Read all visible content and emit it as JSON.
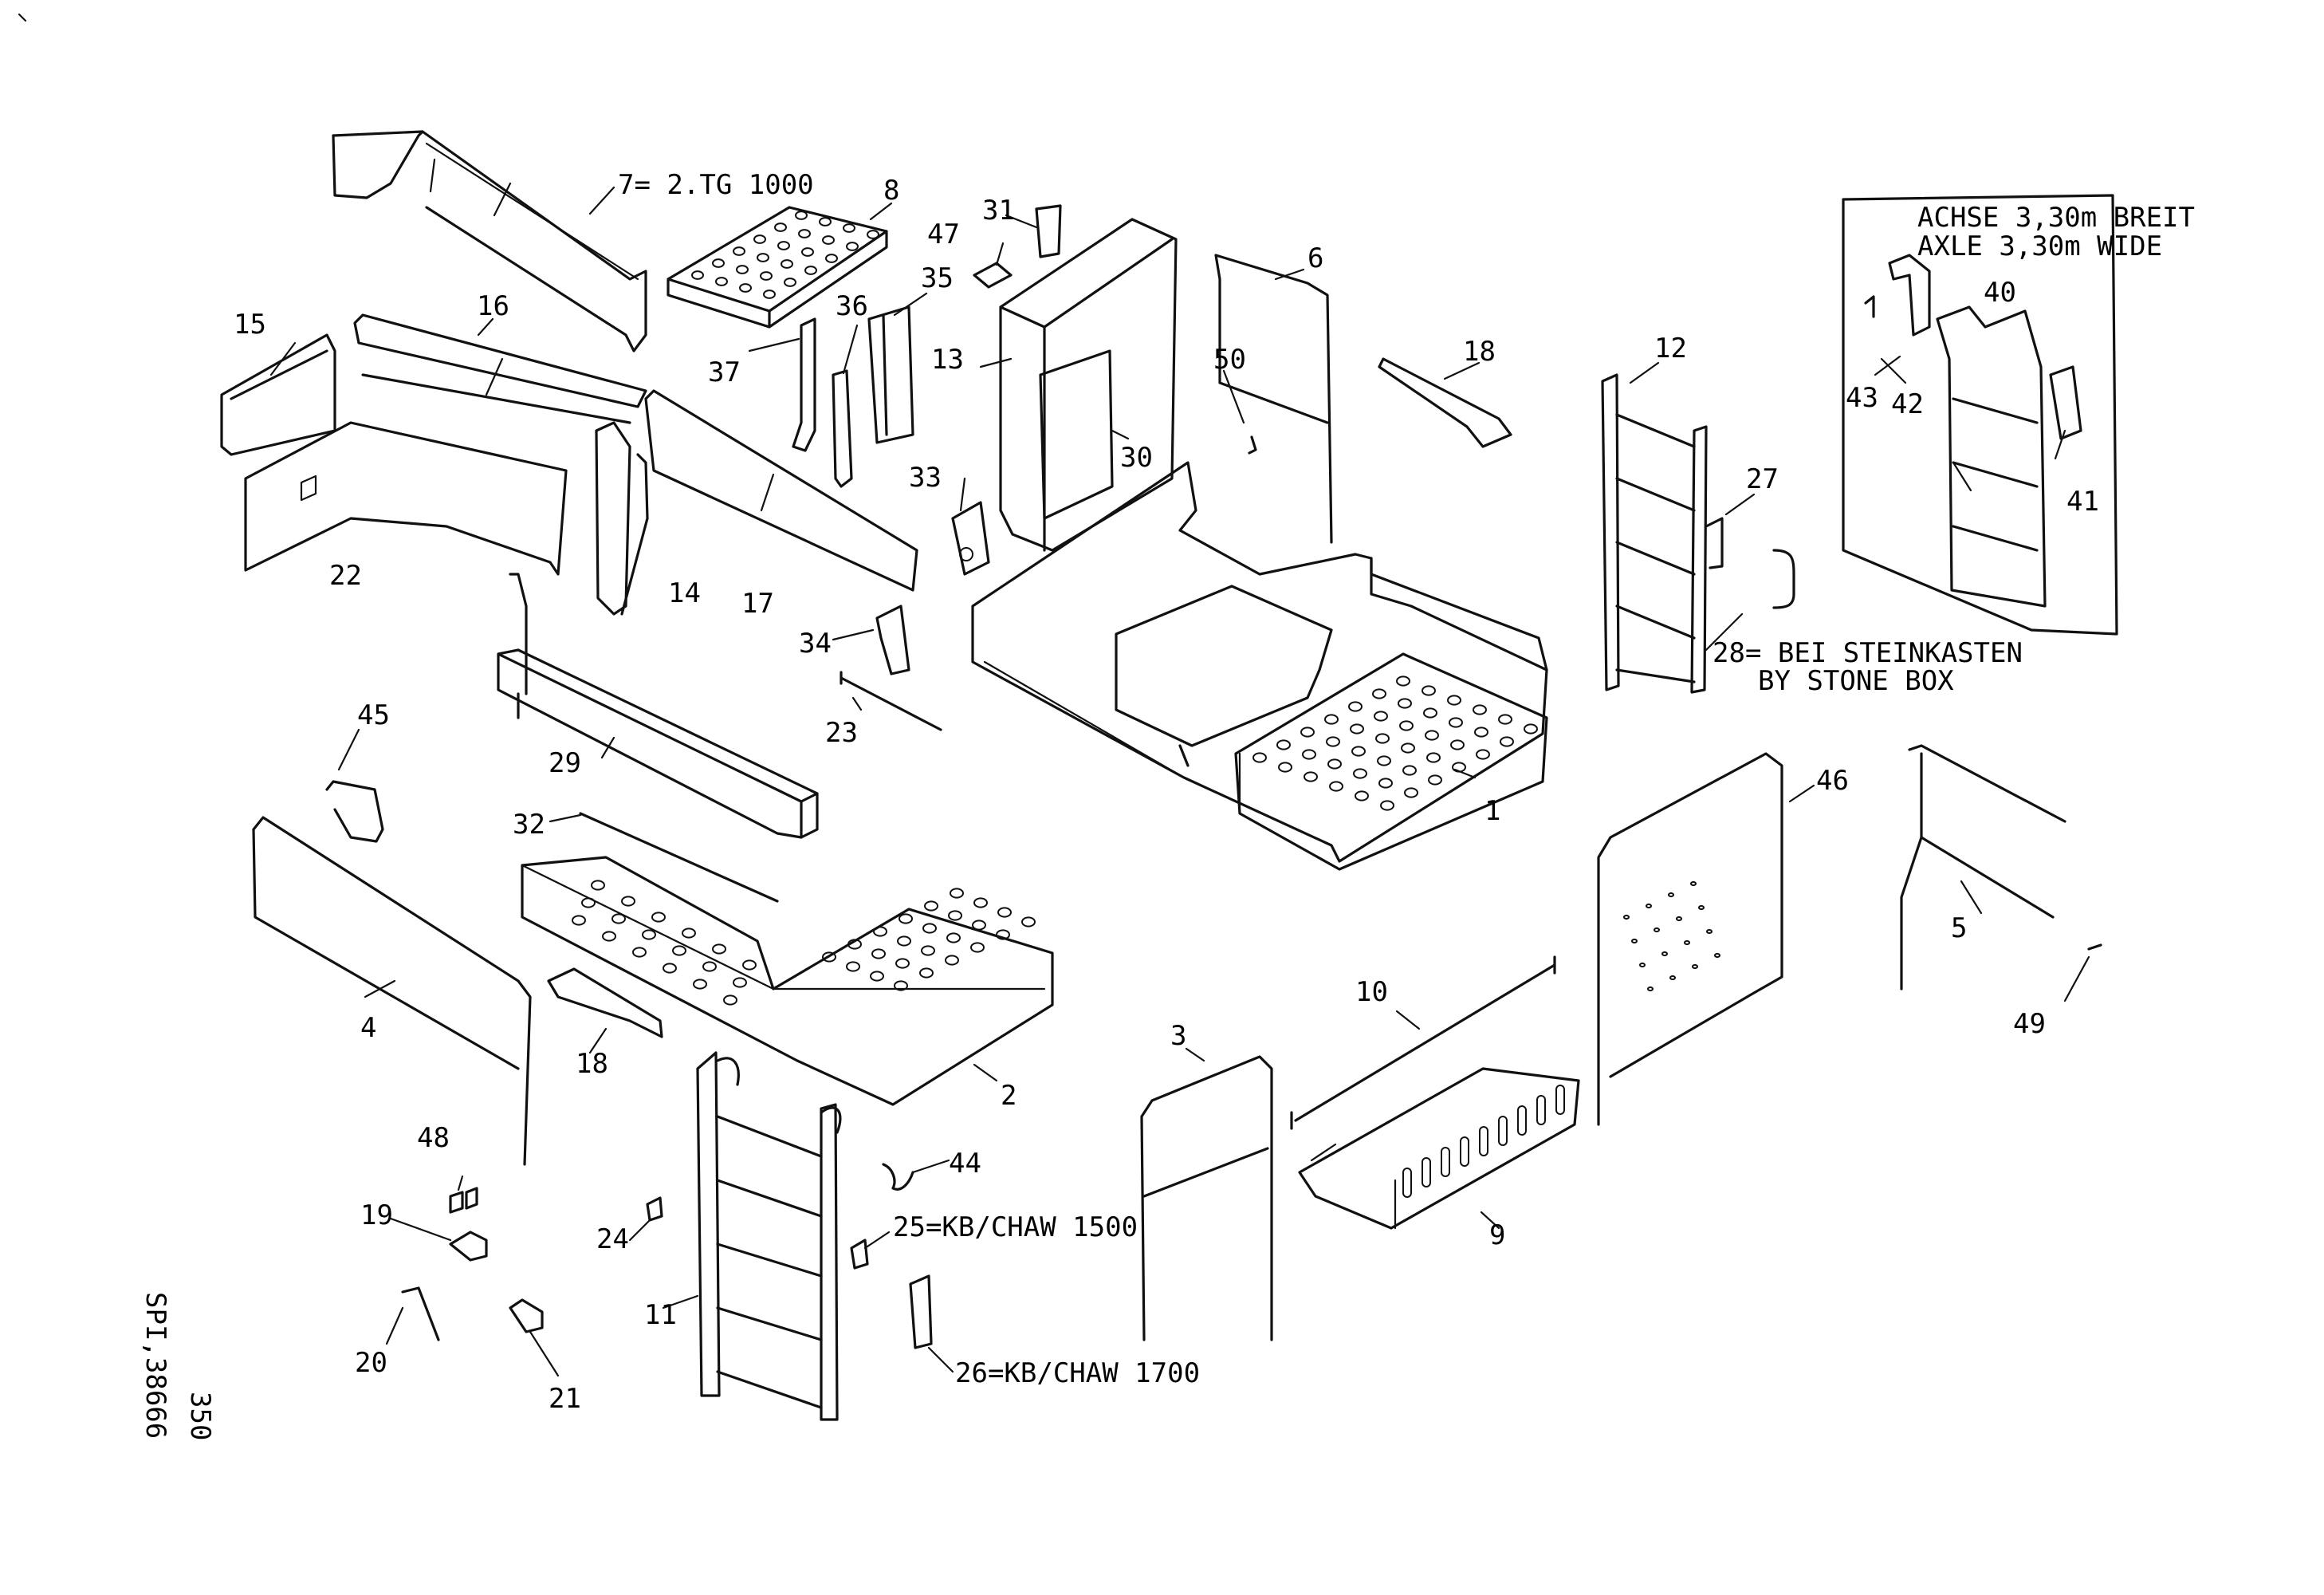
{
  "labels": [
    {
      "id": "7",
      "text": "7= 2.TG 1000"
    },
    {
      "id": "8",
      "text": "8"
    },
    {
      "id": "31",
      "text": "31"
    },
    {
      "id": "47",
      "text": "47"
    },
    {
      "id": "35",
      "text": "35"
    },
    {
      "id": "36",
      "text": "36"
    },
    {
      "id": "37",
      "text": "37"
    },
    {
      "id": "13",
      "text": "13"
    },
    {
      "id": "6",
      "text": "6"
    },
    {
      "id": "30",
      "text": "30"
    },
    {
      "id": "50",
      "text": "50"
    },
    {
      "id": "18a",
      "text": "18"
    },
    {
      "id": "15",
      "text": "15"
    },
    {
      "id": "16",
      "text": "16"
    },
    {
      "id": "22",
      "text": "22"
    },
    {
      "id": "14",
      "text": "14"
    },
    {
      "id": "17",
      "text": "17"
    },
    {
      "id": "33",
      "text": "33"
    },
    {
      "id": "34",
      "text": "34"
    },
    {
      "id": "23",
      "text": "23"
    },
    {
      "id": "29",
      "text": "29"
    },
    {
      "id": "1",
      "text": "1"
    },
    {
      "id": "12",
      "text": "12"
    },
    {
      "id": "27",
      "text": "27"
    },
    {
      "id": "28",
      "text": "28= BEI STEINKASTEN"
    },
    {
      "id": "40",
      "text": "40"
    },
    {
      "id": "43",
      "text": "43"
    },
    {
      "id": "42",
      "text": "42"
    },
    {
      "id": "41",
      "text": "41"
    },
    {
      "id": "45",
      "text": "45"
    },
    {
      "id": "32",
      "text": "32"
    },
    {
      "id": "4",
      "text": "4"
    },
    {
      "id": "18b",
      "text": "18"
    },
    {
      "id": "2",
      "text": "2"
    },
    {
      "id": "46",
      "text": "46"
    },
    {
      "id": "5",
      "text": "5"
    },
    {
      "id": "49",
      "text": "49"
    },
    {
      "id": "10",
      "text": "10"
    },
    {
      "id": "3",
      "text": "3"
    },
    {
      "id": "9",
      "text": "9"
    },
    {
      "id": "44",
      "text": "44"
    },
    {
      "id": "48",
      "text": "48"
    },
    {
      "id": "19",
      "text": "19"
    },
    {
      "id": "24",
      "text": "24"
    },
    {
      "id": "25",
      "text": "25=KB/CHAW 1500"
    },
    {
      "id": "11",
      "text": "11"
    },
    {
      "id": "20",
      "text": "20"
    },
    {
      "id": "21",
      "text": "21"
    },
    {
      "id": "26",
      "text": "26=KB/CHAW 1700"
    }
  ],
  "inset": {
    "caption_de": "ACHSE 3,30m BREIT",
    "caption_en": "AXLE 3,30m WIDE"
  },
  "notes": {
    "n28_line1": "",
    "n28_line2": "BY STONE BOX"
  },
  "side_text": {
    "page": "350",
    "drawing_id": "SPI,38666"
  }
}
